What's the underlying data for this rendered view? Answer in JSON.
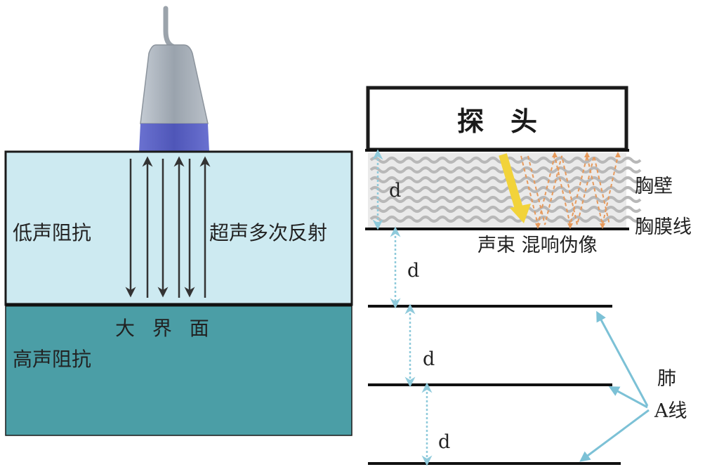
{
  "left_panel": {
    "low_impedance": "低声阻抗",
    "multiple_reflection": "超声多次反射",
    "interface": "大 界 面",
    "high_impedance": "高声阻抗"
  },
  "right_panel": {
    "probe": "探头",
    "chest_wall": "胸壁",
    "pleural_line": "胸膜线",
    "reverberation": "声束 混响伪像",
    "distance_1": "d",
    "distance_2": "d",
    "distance_3": "d",
    "distance_4": "d",
    "lung_a_line_1": "肺",
    "lung_a_line_2": "A线"
  },
  "colors": {
    "low_layer": "#cdeaf1",
    "high_layer": "#4b9ea6",
    "probe_body": "#a9b1bb",
    "probe_tip": "#5b63c4",
    "beam_yellow": "#f2d33a",
    "reflect_orange": "#e79a5c",
    "dim_line": "#8fcadb"
  }
}
